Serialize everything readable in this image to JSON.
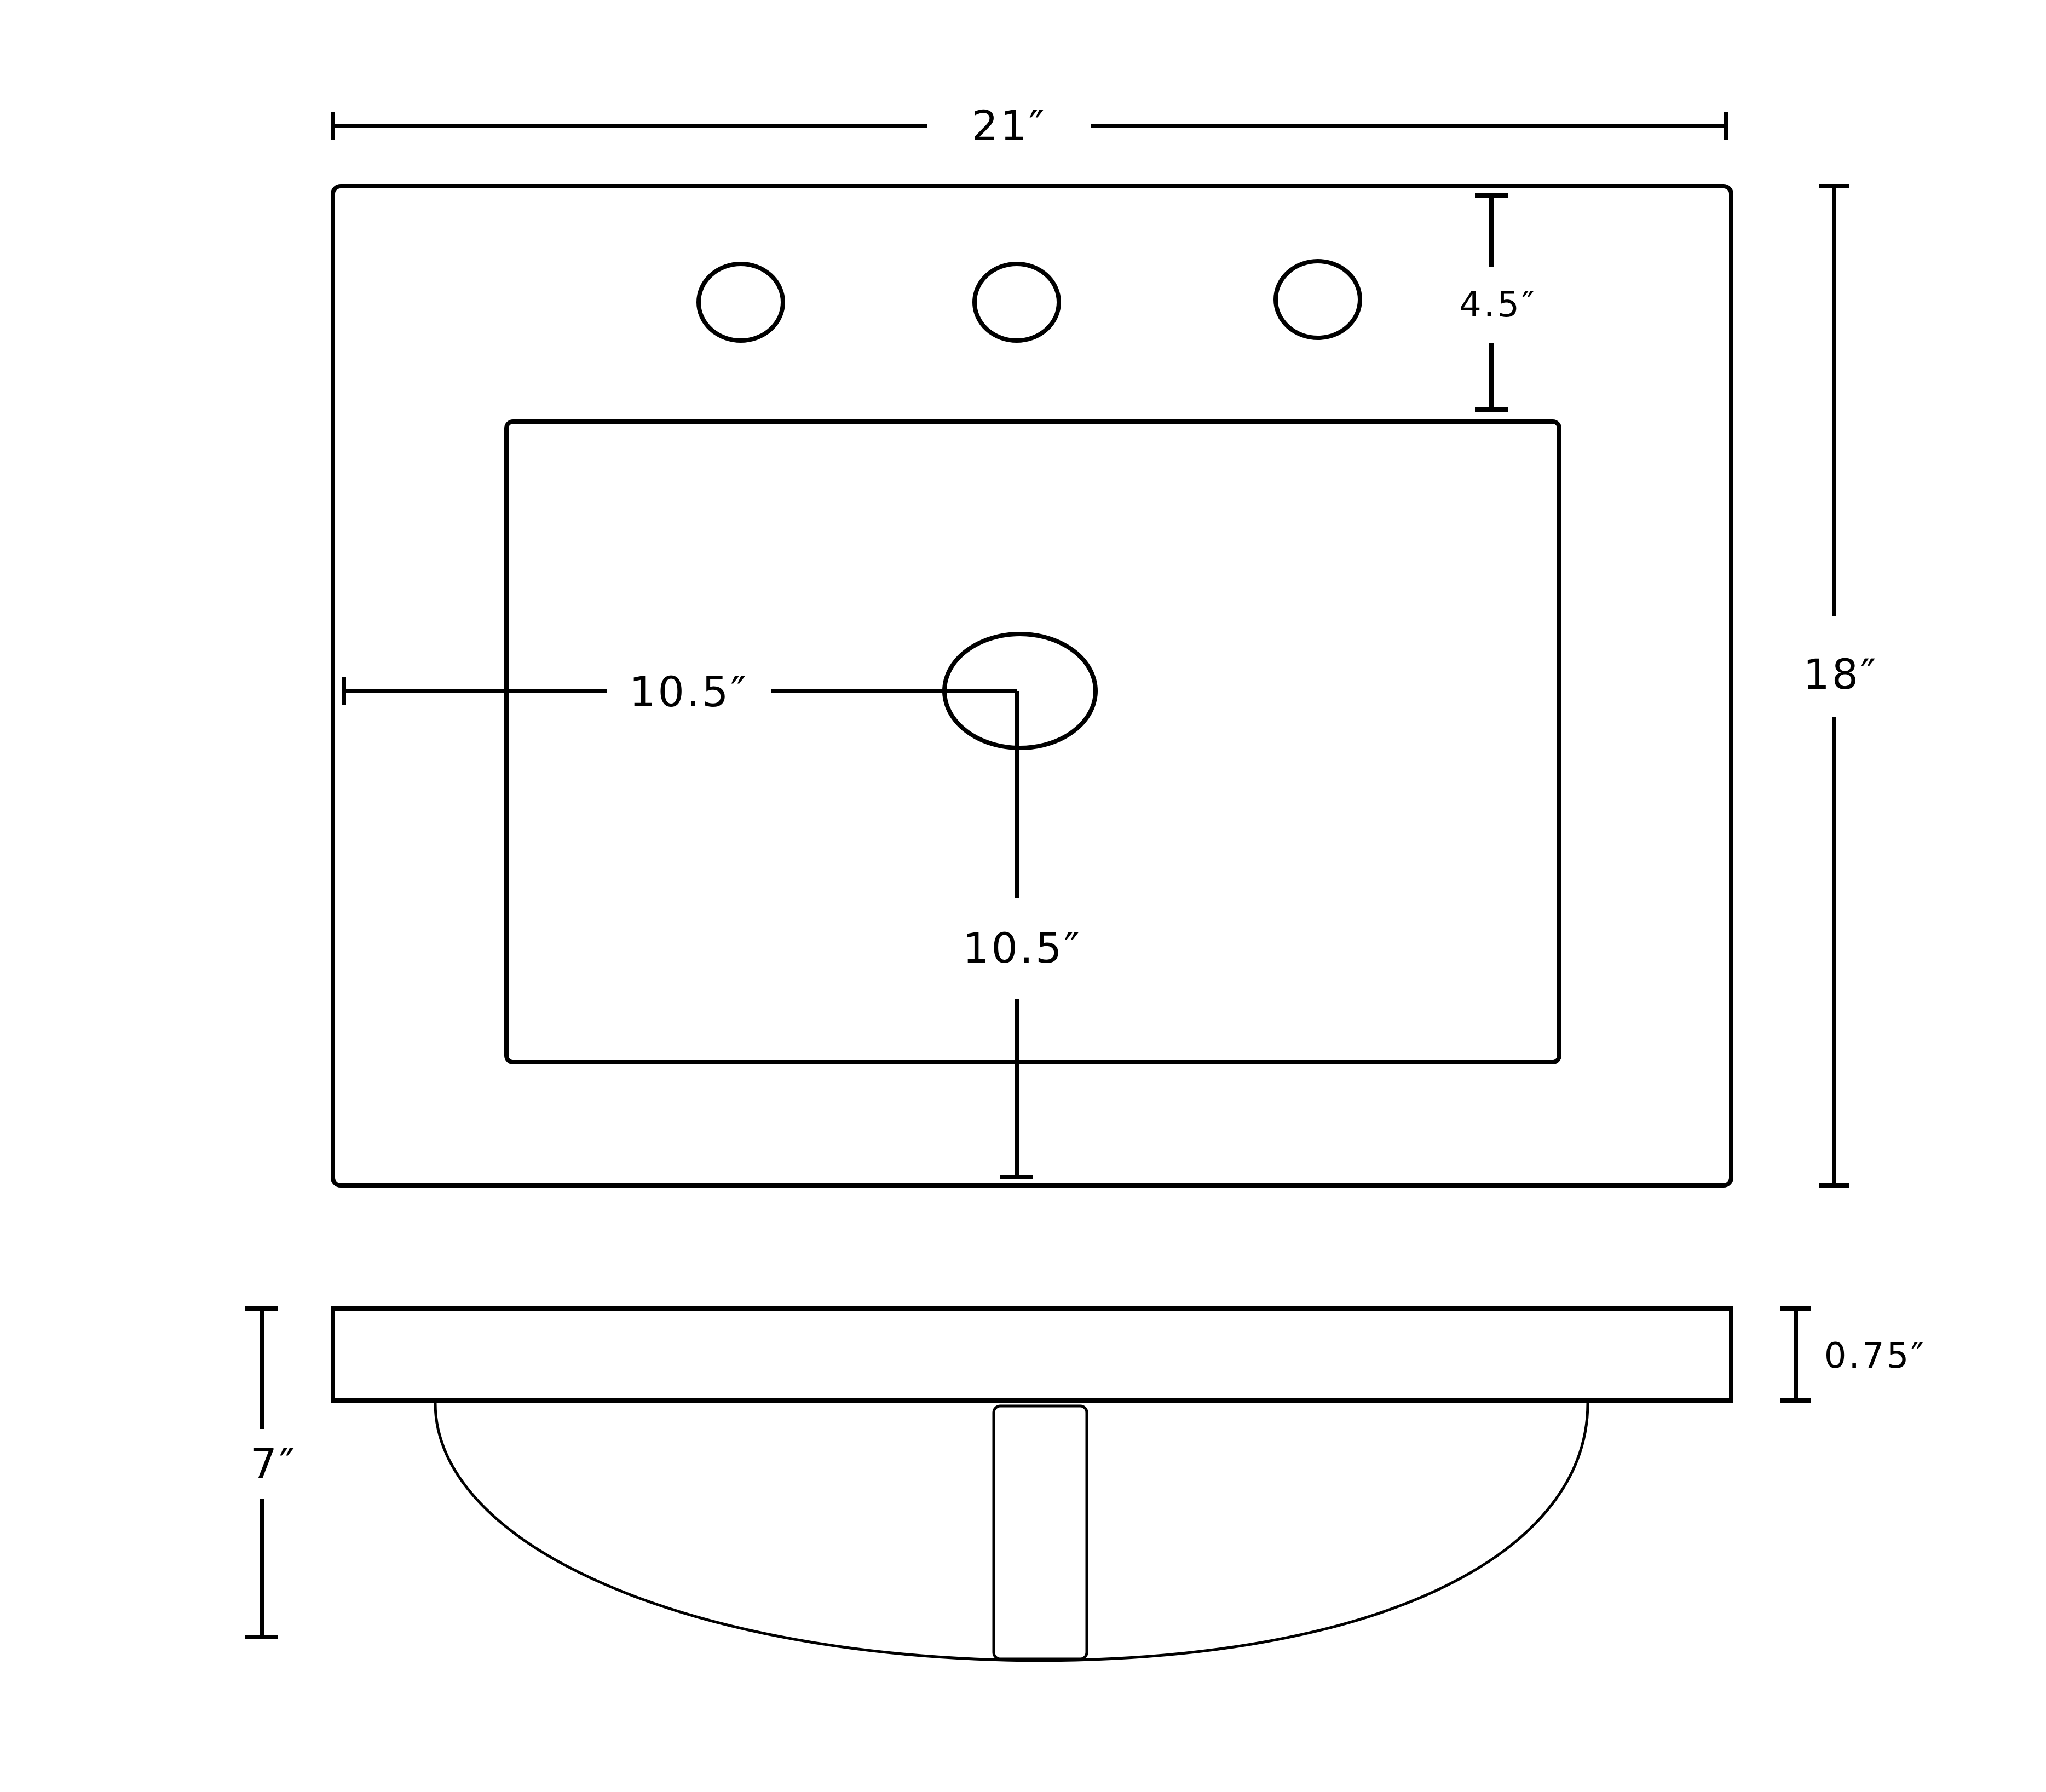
{
  "top_view": {
    "width_label": "21″",
    "depth_label": "18″",
    "faucet_offset_label": "4.5″",
    "drain_x_label": "10.5″",
    "drain_y_label": "10.5″"
  },
  "side_view": {
    "height_label": "7″",
    "deck_thickness_label": "0.75″"
  },
  "colors": {
    "line": "#000000",
    "background": "#ffffff"
  }
}
